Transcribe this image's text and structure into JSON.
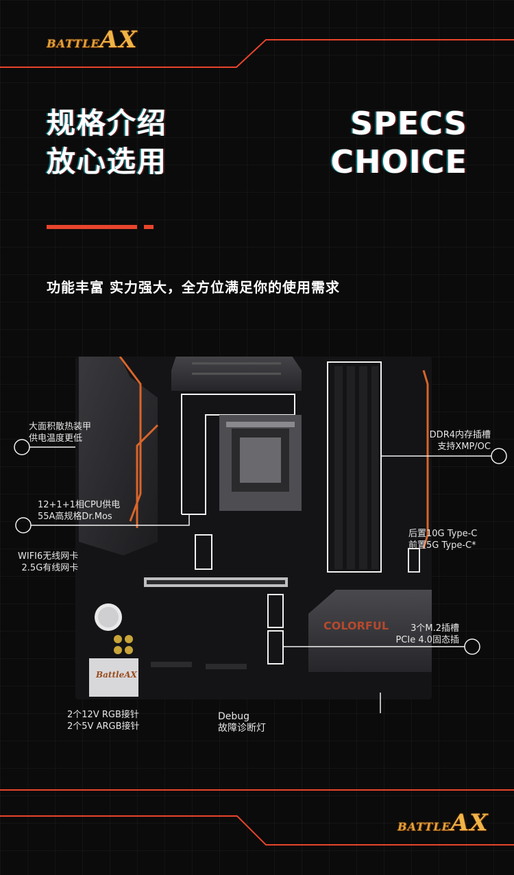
{
  "brand": {
    "logo_text_small": "BATTLE",
    "logo_text_big": "AX"
  },
  "header": {
    "title_cn_line1": "规格介绍",
    "title_cn_line2": "放心选用",
    "title_en_line1": "SPECS",
    "title_en_line2": "CHOICE"
  },
  "subtitle": "功能丰富 实力强大，全方位满足你的使用需求",
  "board": {
    "brand_text": "COLORFUL",
    "badge_text": "BattleAX"
  },
  "callouts": {
    "heatsink": {
      "line1": "大面积散热装甲",
      "line2": "供电温度更低"
    },
    "power": {
      "line1": "12+1+1相CPU供电",
      "line2": "55A高规格Dr.Mos"
    },
    "network": {
      "line1": "WIFI6无线网卡",
      "line2": "2.5G有线网卡"
    },
    "rgb": {
      "line1": "2个12V RGB接针",
      "line2": "2个5V ARGB接针"
    },
    "debug": {
      "line1": "Debug",
      "line2": "故障诊断灯"
    },
    "memory": {
      "line1": "DDR4内存插槽",
      "line2": "支持XMP/OC"
    },
    "typec": {
      "line1": "后置10G Type-C",
      "line2": "前置5G Type-C*"
    },
    "m2": {
      "line1": "3个M.2插槽",
      "line2": "PCIe 4.0固态插"
    }
  },
  "colors": {
    "accent": "#e8452c",
    "logo": "#e0a23a",
    "background": "#0b0b0b"
  }
}
